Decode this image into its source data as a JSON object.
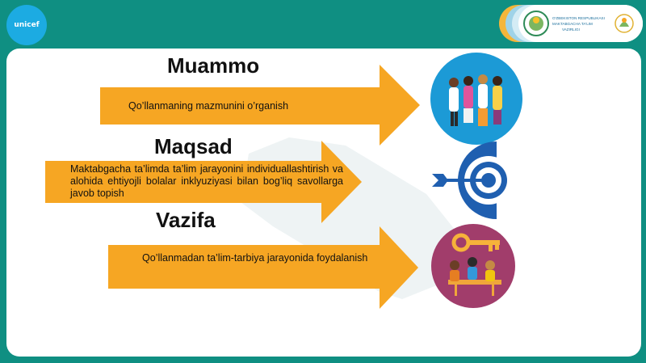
{
  "logos": {
    "left_logo_text": "unicef",
    "right_logo_org_text": "O'ZBEKISTON RESPUBLIKASI MAKTABGACHA TA'LIM VAZIRLIGI"
  },
  "sections": [
    {
      "heading": "Muammo",
      "text": "Qo’llanmaning mazmunini o’rganish",
      "icon": "women-group-icon"
    },
    {
      "heading": "Maqsad",
      "text": "Maktabgacha ta’limda ta’lim jarayonini individuallashtirish va alohida ehtiyojli bolalar inklyuziyasi bilan bog’liq savollarga javob topish",
      "icon": "target-arrow-icon"
    },
    {
      "heading": "Vazifa",
      "text": "Qo’llanmadan ta’lim-tarbiya jarayonida foydalanish",
      "icon": "team-key-icon"
    }
  ],
  "colors": {
    "background": "#0f8f82",
    "arrow": "#f6a623",
    "accent_blue": "#1cabe2"
  }
}
